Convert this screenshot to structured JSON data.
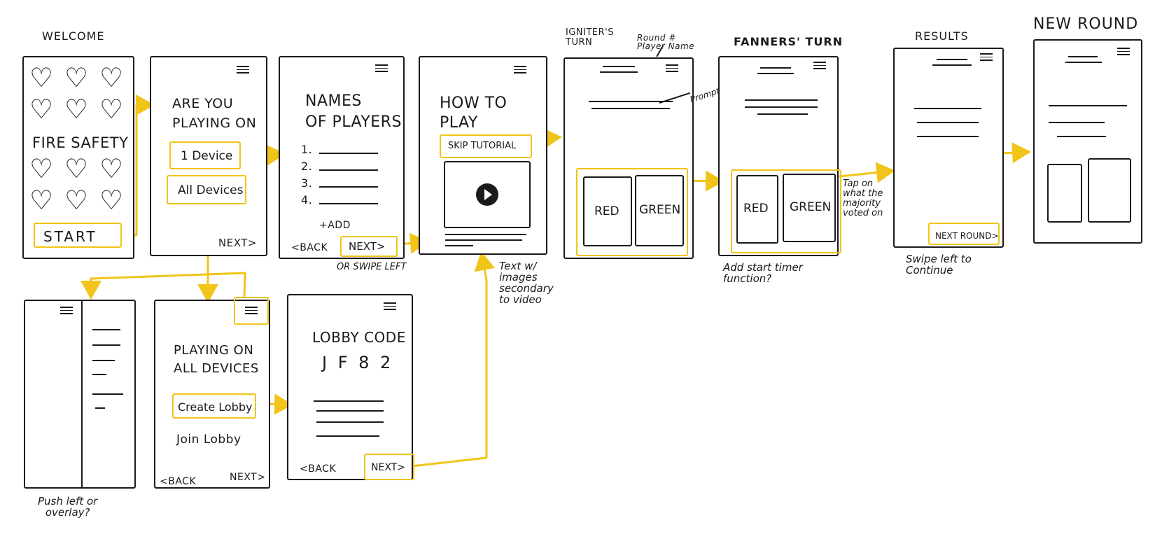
{
  "headings": {
    "welcome": "WELCOME",
    "igniter": "IGNITER'S\nTURN",
    "round_player": "Round #\nPlayer Name",
    "fanners": "FANNERS' TURN",
    "results": "RESULTS",
    "new_round": "NEW ROUND"
  },
  "welcome_screen": {
    "title": "FIRE SAFETY",
    "start": "START"
  },
  "playing_on": {
    "title": "ARE YOU\nPLAYING ON",
    "one_device": "1 Device",
    "all_devices": "All Devices",
    "next": "NEXT>"
  },
  "names_screen": {
    "title": "NAMES\nOF PLAYERS",
    "items": [
      "1.",
      "2.",
      "3.",
      "4."
    ],
    "add": "+ADD",
    "back": "<BACK",
    "next": "NEXT>"
  },
  "how_to": {
    "title": "HOW TO\nPLAY",
    "skip": "SKIP TUTORIAL"
  },
  "igniter_screen": {
    "red": "RED",
    "green": "GREEN"
  },
  "fanners_screen": {
    "red": "RED",
    "green": "GREEN"
  },
  "results_screen": {
    "next_round": "NEXT ROUND>"
  },
  "all_devices_screen": {
    "title": "PLAYING ON\nALL DEVICES",
    "create": "Create Lobby",
    "join": "Join Lobby",
    "back": "<BACK",
    "next": "NEXT>"
  },
  "lobby_screen": {
    "title": "LOBBY CODE",
    "code": "J F 8 2",
    "back": "<BACK",
    "next": "NEXT>"
  },
  "notes": {
    "swipe_left": "OR SWIPE LEFT",
    "text_images": "Text w/\nimages\nsecondary\nto video",
    "prompt": "Prompt",
    "timer": "Add start timer\nfunction?",
    "tap_majority": "Tap on\nwhat the\nmajority\nvoted on",
    "swipe_continue": "Swipe left to\nContinue",
    "push_left": "Push left or\noverlay?"
  },
  "colors": {
    "ink": "#1a1a1a",
    "highlight": "#f0c419"
  },
  "icons": {
    "menu": "hamburger-menu-icon",
    "play": "play-icon",
    "heart": "heart-icon"
  }
}
